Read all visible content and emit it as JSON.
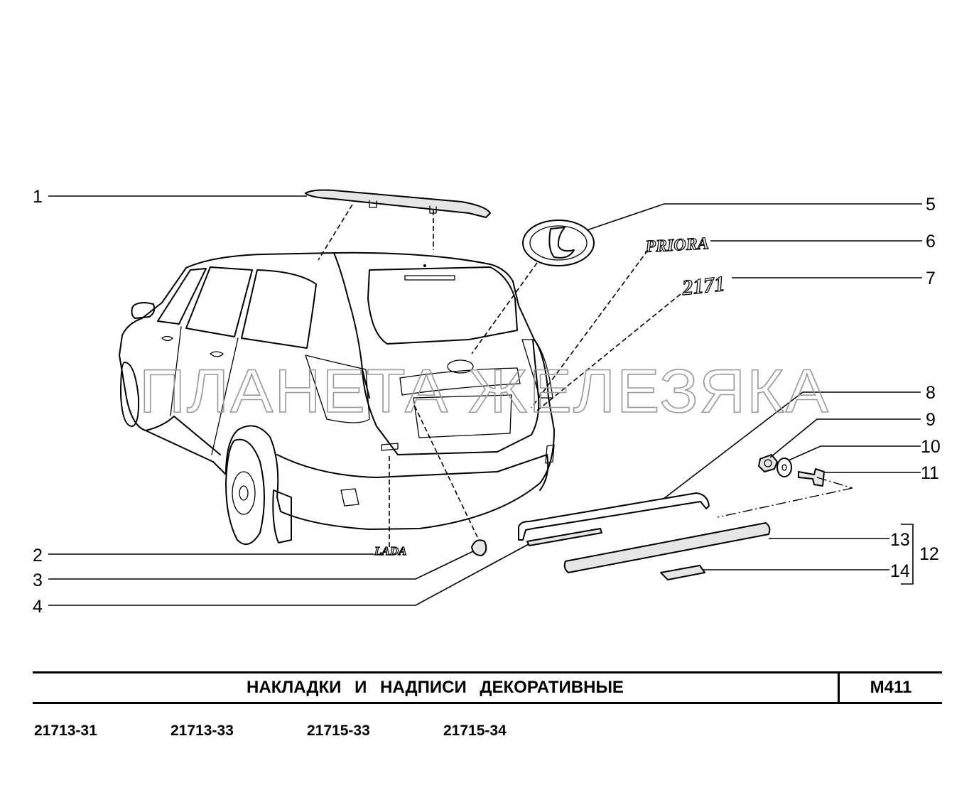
{
  "watermark": "ПЛАНЕТА ЖЕЛЕЗЯКА",
  "callouts": [
    "1",
    "2",
    "3",
    "4",
    "5",
    "6",
    "7",
    "8",
    "9",
    "10",
    "11",
    "12",
    "13",
    "14"
  ],
  "badges": {
    "priora": "PRIORA",
    "model_number": "2171",
    "lada": "LADA"
  },
  "title_block": {
    "title": "НАКЛАДКИ  И  НАДПИСИ  ДЕКОРАТИВНЫЕ",
    "sheet_code": "М411"
  },
  "models": [
    "21713-31",
    "21713-33",
    "21715-33",
    "21715-34"
  ],
  "colors": {
    "line": "#000000",
    "watermark": "#9a9a9a",
    "background": "#ffffff"
  }
}
